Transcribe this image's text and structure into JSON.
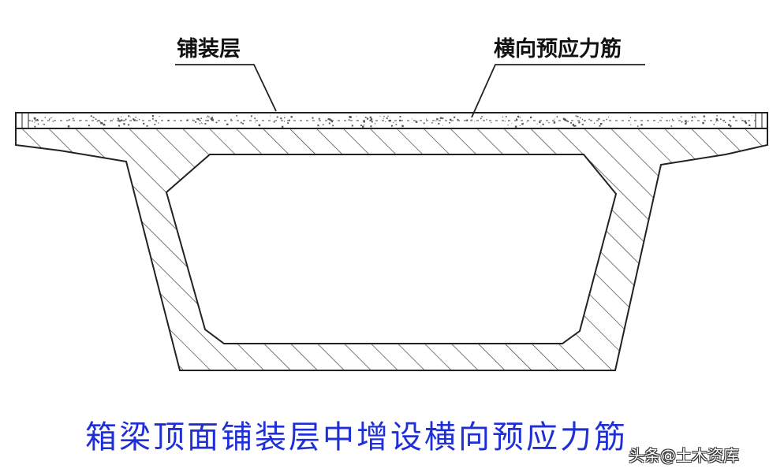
{
  "labels": {
    "paving_layer": "铺装层",
    "transverse_tendon": "横向预应力筋"
  },
  "caption": "箱梁顶面铺装层中增设横向预应力筋",
  "watermark": "头条@土木资库",
  "colors": {
    "line": "#222222",
    "caption": "#1f2fd6",
    "background": "#ffffff"
  }
}
